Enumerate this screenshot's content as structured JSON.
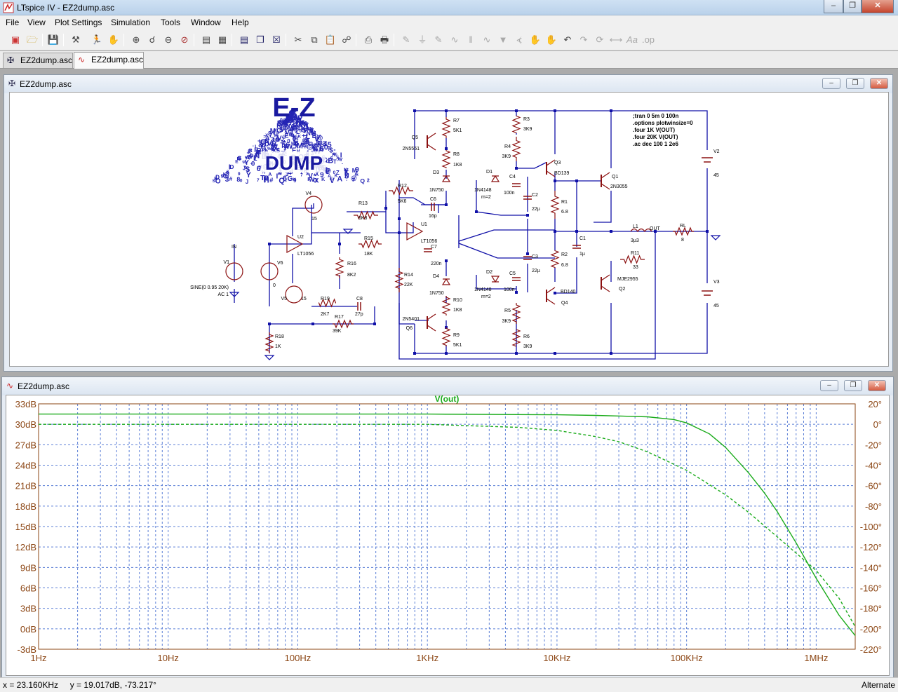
{
  "window": {
    "title": "LTspice IV - EZ2dump.asc"
  },
  "menu": [
    "File",
    "View",
    "Plot Settings",
    "Simulation",
    "Tools",
    "Window",
    "Help"
  ],
  "toolbar_icons": [
    "new-schematic",
    "open",
    "save",
    "control-panel",
    "run",
    "halt",
    "zoom-in",
    "zoom-pan",
    "zoom-out",
    "zoom-cancel",
    "autorange",
    "fit",
    "tile-horizontal",
    "cascade",
    "close-window",
    "cut",
    "copy",
    "paste",
    "find",
    "print-setup",
    "print",
    "draw-wire",
    "ground",
    "label-net",
    "resistor",
    "capacitor",
    "inductor",
    "diode",
    "component",
    "move",
    "drag",
    "undo",
    "redo",
    "rotate",
    "mirror",
    "text",
    "spice-directive"
  ],
  "tabs": [
    {
      "label": "EZ2dump.asc",
      "icon": "schematic-icon",
      "active": false
    },
    {
      "label": "EZ2dump.asc",
      "icon": "waveform-icon",
      "active": true
    }
  ],
  "schematic": {
    "window_title": "EZ2dump.asc",
    "logo": {
      "top": "E-Z",
      "bottom": "DUMP"
    },
    "directives": [
      ";tran 0 5m 0 100n",
      ".options plotwinsize=0",
      ".four 1K V(OUT)",
      ".four 20K V(OUT)",
      ".ac dec 100 1 2e6"
    ],
    "labels": {
      "V1": "V1",
      "V1_val": "SINE(0 0.95 20K)",
      "V1_ac": "AC 1",
      "IN": "IN",
      "V6": "V6",
      "V6_val": "0",
      "V4": "V4",
      "V4_val": "15",
      "V5": "V5",
      "V5_val": "15",
      "U2": "U2",
      "U2_val": "LT1056",
      "U1": "U1",
      "U1_val": "LT1056",
      "R13": "R13",
      "R13_val": "6K8",
      "R12": "R12",
      "R12_val": "5K6",
      "R15": "R15",
      "R15_val": "18K",
      "R16": "R16",
      "R16_val": "8K2",
      "R14": "R14",
      "R14_val": "22K",
      "R18": "R18",
      "R18_val": "1K",
      "R19": "R19",
      "R19_val": "2K7",
      "R17": "R17",
      "R17_val": "39K",
      "C8": "C8",
      "C8_val": "27p",
      "C6": "C6",
      "C6_val": "16p",
      "C7": "C7",
      "C7_val": "220n",
      "Q5": "Q5",
      "Q5_val": "2N5551",
      "Q6": "Q6",
      "Q6_val": "2N5401",
      "R7": "R7",
      "R7_val": "5K1",
      "R8": "R8",
      "R8_val": "1K8",
      "D3": "D3",
      "D3_val": "1N750",
      "D4": "D4",
      "D4_val": "1N750",
      "R10": "R10",
      "R10_val": "1K8",
      "R9": "R9",
      "R9_val": "5K1",
      "D1": "D1",
      "D1_val": "1N4148",
      "D1_m": "m=2",
      "D2": "D2",
      "D2_val": "1N4148",
      "D2_m": "m=2",
      "R3": "R3",
      "R3_val": "3K9",
      "R4": "R4",
      "R4_val": "3K9",
      "R5": "R5",
      "R5_val": "3K9",
      "R6": "R6",
      "R6_val": "3K9",
      "C4": "C4",
      "C4_val": "100n",
      "C5": "C5",
      "C5_val": "100n",
      "C2": "C2",
      "C2_val": "22µ",
      "C3": "C3",
      "C3_val": "22µ",
      "Q3": "Q3",
      "Q3_val": "BD139",
      "Q4": "Q4",
      "Q4_val": "BD140",
      "R1": "R1",
      "R1_val": "6.8",
      "R2": "R2",
      "R2_val": "6.8",
      "C1": "C1",
      "C1_val": "1µ",
      "Q1": "Q1",
      "Q1_val": "2N3055",
      "Q2": "Q2",
      "Q2_val": "MJE2955",
      "L1": "L1",
      "L1_val": "3µ3",
      "OUT": "OUT",
      "R11": "R11",
      "R11_val": "33",
      "RL": "RL",
      "RL_val": "8",
      "V2": "V2",
      "V2_val": "45",
      "V3": "V3",
      "V3_val": "45"
    }
  },
  "plot": {
    "window_title": "EZ2dump.asc",
    "trace_name": "V(out)",
    "colors": {
      "axis": "#8b4513",
      "trace": "#1aab1a",
      "grid": "#5b7fd6",
      "schematic_wire": "#1010a8",
      "component": "#8b1010"
    }
  },
  "chart_data": {
    "type": "line",
    "title": "V(out)",
    "xscale": "log",
    "xlim": [
      1,
      2000000
    ],
    "x_tick_labels": [
      "1Hz",
      "10Hz",
      "100Hz",
      "1KHz",
      "10KHz",
      "100KHz",
      "1MHz"
    ],
    "ylim_left": [
      -3,
      33
    ],
    "y_left_tick_labels": [
      "33dB",
      "30dB",
      "27dB",
      "24dB",
      "21dB",
      "18dB",
      "15dB",
      "12dB",
      "9dB",
      "6dB",
      "3dB",
      "0dB",
      "-3dB"
    ],
    "ylim_right": [
      -220,
      20
    ],
    "y_right_tick_labels": [
      "20°",
      "0°",
      "-20°",
      "-40°",
      "-60°",
      "-80°",
      "-100°",
      "-120°",
      "-140°",
      "-160°",
      "-180°",
      "-200°",
      "-220°"
    ],
    "grid": true,
    "series": [
      {
        "axis": "left",
        "style": "solid",
        "x": [
          1,
          10,
          100,
          1000,
          10000,
          20000,
          50000,
          80000,
          100000,
          150000,
          200000,
          300000,
          400000,
          500000,
          700000,
          1000000,
          1500000,
          2000000
        ],
        "y": [
          31.5,
          31.5,
          31.5,
          31.5,
          31.4,
          31.3,
          31.1,
          30.7,
          30.2,
          28.6,
          26.6,
          22.9,
          19.9,
          17.2,
          12.6,
          7.4,
          2.0,
          -1.0
        ]
      },
      {
        "axis": "right",
        "style": "dashed",
        "x": [
          1,
          10,
          100,
          1000,
          5000,
          10000,
          20000,
          30000,
          50000,
          100000,
          200000,
          300000,
          500000,
          700000,
          1000000,
          1500000,
          2000000
        ],
        "y": [
          0,
          0,
          0,
          0,
          -3,
          -6,
          -12,
          -17,
          -27,
          -45,
          -69,
          -86,
          -110,
          -126,
          -143,
          -170,
          -198
        ]
      }
    ]
  },
  "status": {
    "cursor": "x = 23.160KHz     y = 19.017dB, -73.217°",
    "mode": "Alternate"
  }
}
